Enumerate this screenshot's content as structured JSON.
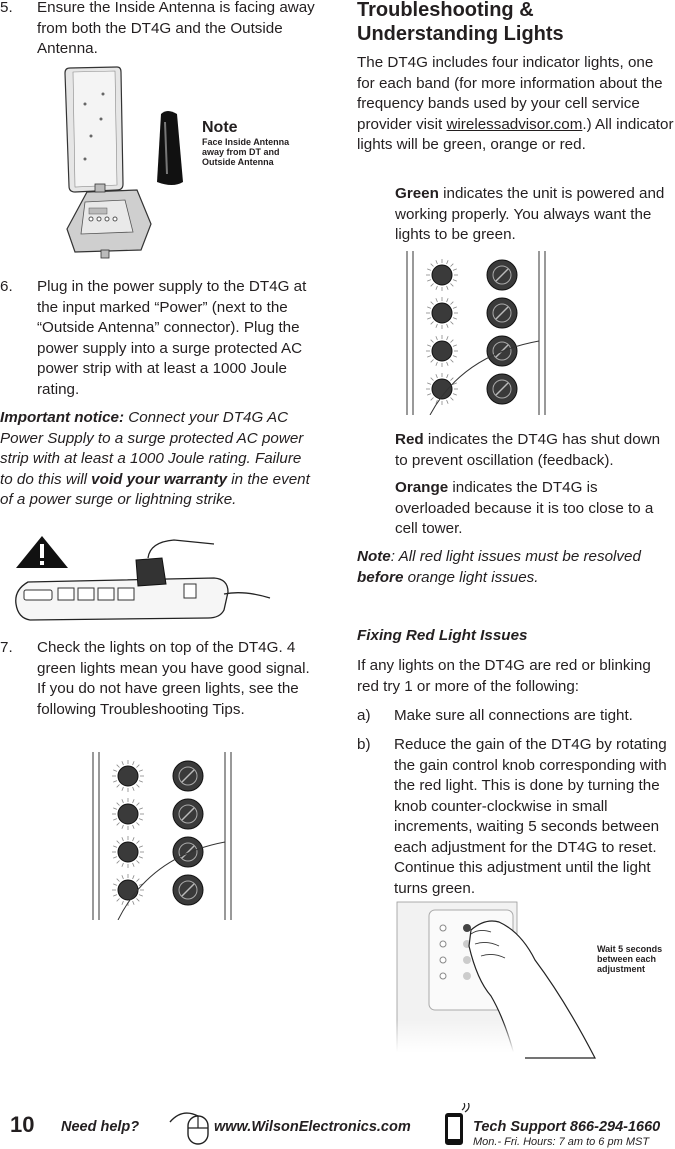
{
  "left": {
    "step5": {
      "num": "5.",
      "text": "Ensure the Inside Antenna is facing away from both the DT4G and the Outside Antenna."
    },
    "note_title": "Note",
    "note_body": "Face Inside Antenna away from DT and Outside Antenna",
    "step6": {
      "num": "6.",
      "text": "Plug in the power supply to the DT4G at the input marked “Power” (next to the “Outside Antenna” connector). Plug the power supply into a surge protected AC power strip with at least a 1000 Joule rating."
    },
    "notice": {
      "label": "Important notice:",
      "text1": " Connect your DT4G AC Power Supply to a surge protected AC power strip with at least a 1000 Joule rating. Failure to do this will ",
      "bold": "void your warranty",
      "text2": " in the event of a power surge or lightning strike."
    },
    "step7": {
      "num": "7.",
      "text": "Check the lights on top of the DT4G. 4 green lights mean you have good signal. If you do not have green lights, see the following Troubleshooting Tips."
    }
  },
  "right": {
    "title_line1": "Troubleshooting &",
    "title_line2": "Understanding Lights",
    "intro_pre": "The DT4G includes four indicator lights, one for each band (for more information about the frequency bands used by your cell service provider visit ",
    "intro_link": "wirelessadvisor.com",
    "intro_post": ".) All indicator lights will be green, orange or red.",
    "green_label": "Green",
    "green_text": " indicates the unit is powered and working properly. You always want the lights to be green.",
    "red_label": "Red",
    "red_text": " indicates the DT4G has shut down to prevent oscillation (feedback).",
    "orange_label": "Orange",
    "orange_text": " indicates the DT4G is overloaded because it is too close to a cell tower.",
    "note_label": "Note",
    "note_text1": ": All red light issues must be resolved ",
    "note_bold": "before",
    "note_text2": " orange light issues.",
    "fix_heading": "Fixing Red Light Issues",
    "fix_intro": "If any lights on the DT4G are red or blinking red try 1 or more of the following:",
    "fix_a": {
      "num": "a)",
      "text": "Make sure all connections are tight."
    },
    "fix_b": {
      "num": "b)",
      "text": "Reduce the gain of the DT4G by rotating the gain control knob corresponding with the red light. This is done by turning the knob counter-clockwise in small increments, waiting 5 seconds between each adjustment for the DT4G to reset. Continue this adjustment until the light turns green."
    },
    "wait_label": "Wait 5 seconds between each adjustment"
  },
  "footer": {
    "page": "10",
    "need_help": "Need help?",
    "website": "www.WilsonElectronics.com",
    "support": "Tech Support  866-294-1660",
    "hours": "Mon.- Fri. Hours: 7 am to 6 pm MST"
  }
}
